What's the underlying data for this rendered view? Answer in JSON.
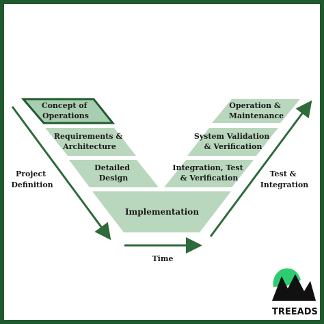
{
  "diagram": {
    "stages_left": [
      {
        "line1": "Concept of",
        "line2": "Operations"
      },
      {
        "line1": "Requirements &",
        "line2": "Architecture"
      },
      {
        "line1": "Detailed",
        "line2": "Design"
      }
    ],
    "bottom_stage": {
      "label": "Implementation"
    },
    "stages_right": [
      {
        "line1": "Operation &",
        "line2": "Maintenance"
      },
      {
        "line1": "System Validation",
        "line2": "& Verification"
      },
      {
        "line1": "Integration, Test",
        "line2": "& Verification"
      }
    ],
    "left_axis": {
      "line1": "Project",
      "line2": "Definition"
    },
    "right_axis": {
      "line1": "Test &",
      "line2": "Integration"
    },
    "bottom_axis": {
      "label": "Time"
    },
    "colors": {
      "block_fill": "#b9d7bd",
      "highlight_fill": "#a9cdb0",
      "highlight_border": "#1f5a2f",
      "arrow": "#2e6a3a",
      "frame": "#1f5a2f",
      "logo_green": "#2ecc71"
    }
  },
  "logo": {
    "name": "TREEADS"
  }
}
